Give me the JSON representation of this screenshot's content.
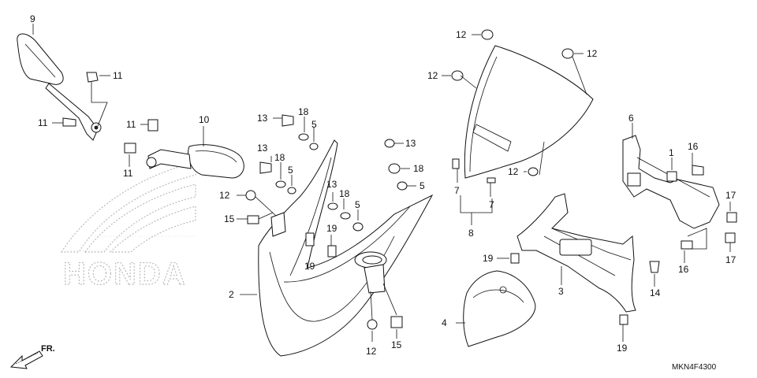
{
  "diagram": {
    "brand_watermark": "HONDA",
    "direction_label": "FR.",
    "diagram_code": "MKN4F4300",
    "callouts": [
      {
        "id": "c9",
        "text": "9"
      },
      {
        "id": "c11a",
        "text": "11"
      },
      {
        "id": "c11b",
        "text": "11"
      },
      {
        "id": "c11c",
        "text": "11"
      },
      {
        "id": "c11d",
        "text": "11"
      },
      {
        "id": "c10",
        "text": "10"
      },
      {
        "id": "c13a",
        "text": "13"
      },
      {
        "id": "c18a",
        "text": "18"
      },
      {
        "id": "c5a",
        "text": "5"
      },
      {
        "id": "c13b",
        "text": "13"
      },
      {
        "id": "c18b",
        "text": "18"
      },
      {
        "id": "c5b",
        "text": "5"
      },
      {
        "id": "c12a",
        "text": "12"
      },
      {
        "id": "c15a",
        "text": "15"
      },
      {
        "id": "c13c",
        "text": "13"
      },
      {
        "id": "c18c",
        "text": "18"
      },
      {
        "id": "c5c",
        "text": "5"
      },
      {
        "id": "c19a",
        "text": "19"
      },
      {
        "id": "c19b",
        "text": "19"
      },
      {
        "id": "c13d",
        "text": "13"
      },
      {
        "id": "c18d",
        "text": "18"
      },
      {
        "id": "c5d",
        "text": "5"
      },
      {
        "id": "c2",
        "text": "2"
      },
      {
        "id": "c12b",
        "text": "12"
      },
      {
        "id": "c15b",
        "text": "15"
      },
      {
        "id": "c12c",
        "text": "12"
      },
      {
        "id": "c12d",
        "text": "12"
      },
      {
        "id": "c12e",
        "text": "12"
      },
      {
        "id": "c12f",
        "text": "12"
      },
      {
        "id": "c7a",
        "text": "7"
      },
      {
        "id": "c7b",
        "text": "7"
      },
      {
        "id": "c8",
        "text": "8"
      },
      {
        "id": "c19c",
        "text": "19"
      },
      {
        "id": "c4",
        "text": "4"
      },
      {
        "id": "c3",
        "text": "3"
      },
      {
        "id": "c19d",
        "text": "19"
      },
      {
        "id": "c6",
        "text": "6"
      },
      {
        "id": "c1",
        "text": "1"
      },
      {
        "id": "c16a",
        "text": "16"
      },
      {
        "id": "c17a",
        "text": "17"
      },
      {
        "id": "c17b",
        "text": "17"
      },
      {
        "id": "c16b",
        "text": "16"
      },
      {
        "id": "c14",
        "text": "14"
      }
    ]
  }
}
